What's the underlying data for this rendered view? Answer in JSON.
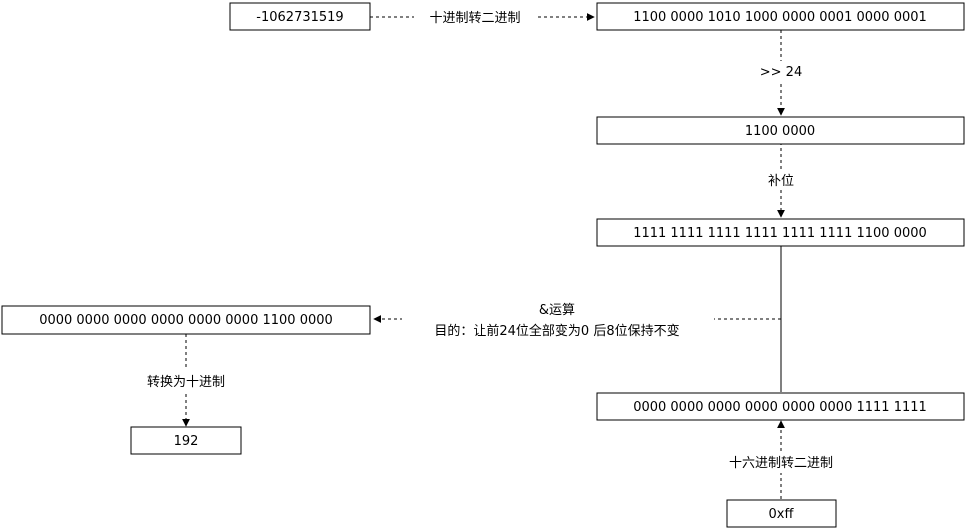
{
  "nodes": {
    "decimal_input": "-1062731519",
    "binary_full": "1100 0000 1010 1000 0000 0001 0000 0001",
    "shifted": "1100 0000",
    "padded": "1111 1111 1111 1111 1111 1111 1100 0000",
    "and_result": "0000 0000 0000 0000 0000 0000 1100 0000",
    "decimal_result": "192",
    "mask_binary": "0000 0000 0000 0000 0000 0000 1111 1111",
    "hex_input": "0xff"
  },
  "edges": {
    "dec_to_bin": "十进制转二进制",
    "shift": ">> 24",
    "pad": "补位",
    "and_op_line1": "&运算",
    "and_op_line2": "目的：让前24位全部变为0 后8位保持不变",
    "to_decimal": "转换为十进制",
    "hex_to_bin": "十六进制转二进制"
  }
}
